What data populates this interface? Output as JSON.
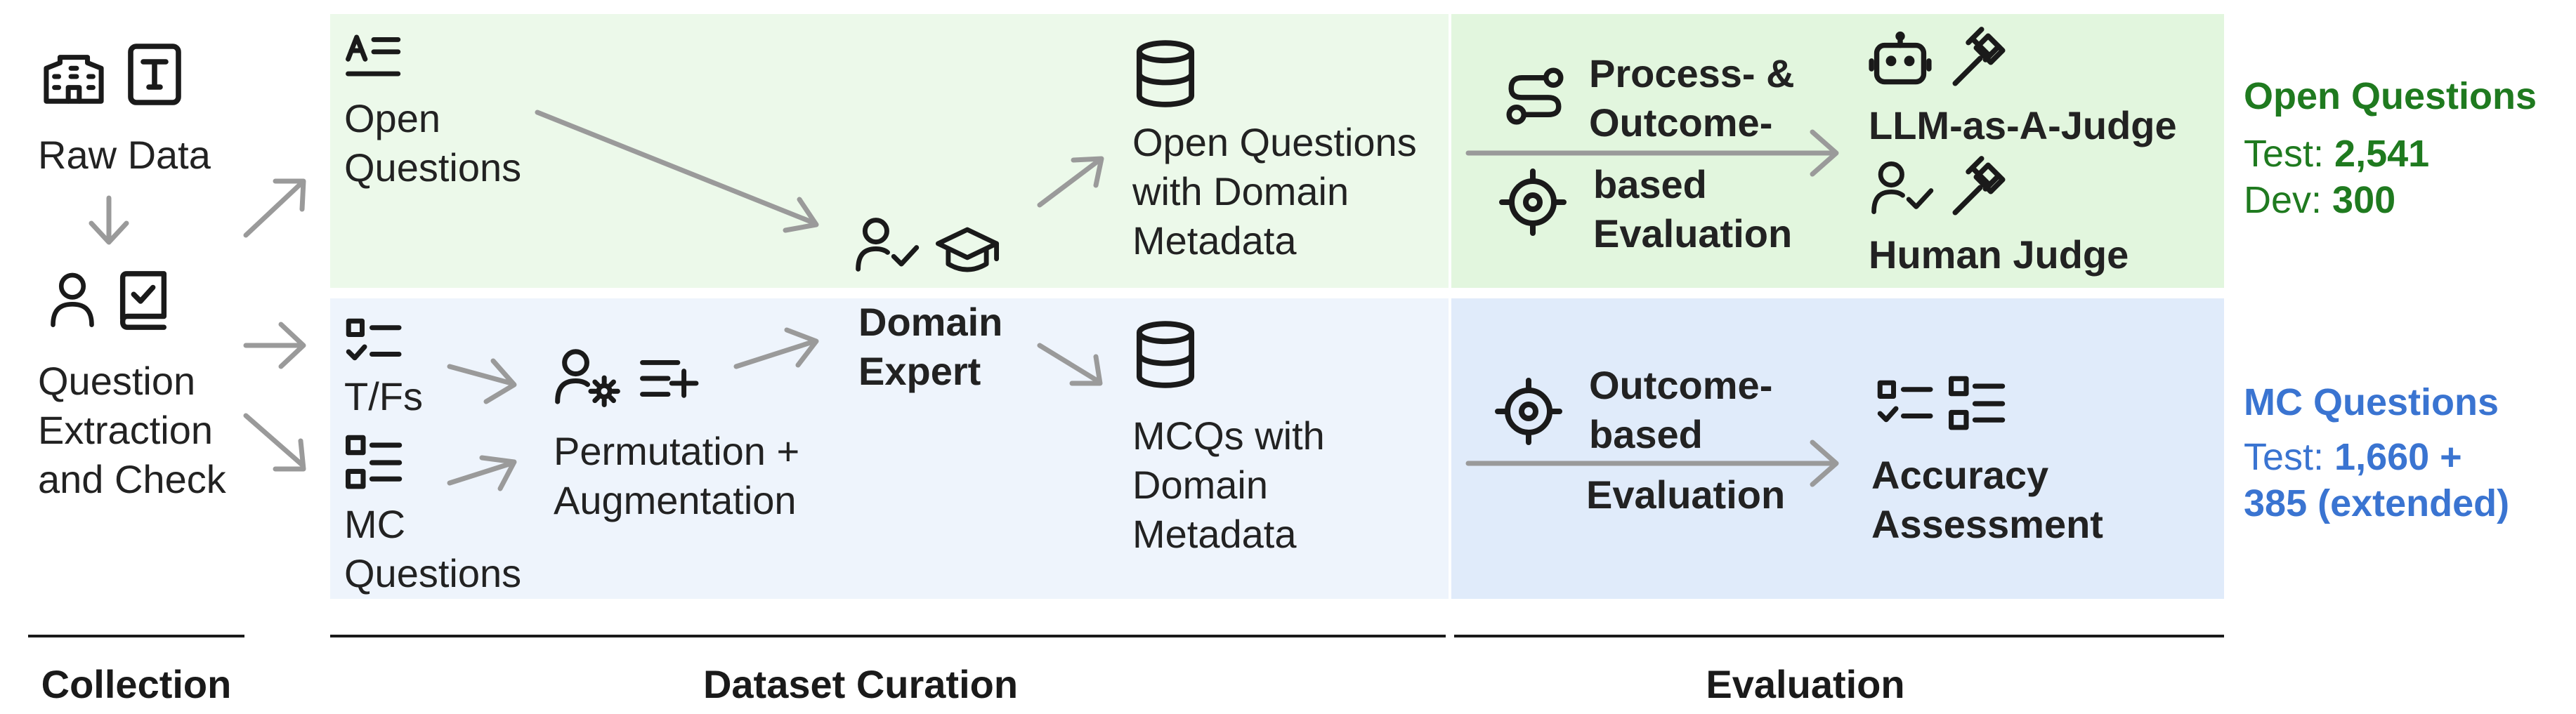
{
  "collection": {
    "raw_data": "Raw Data",
    "question_extraction": [
      "Question",
      "Extraction",
      "and Check"
    ],
    "section_label": "Collection"
  },
  "curation": {
    "open_questions": [
      "Open",
      "Questions"
    ],
    "tfs": "T/Fs",
    "mc_questions": [
      "MC",
      "Questions"
    ],
    "permutation": [
      "Permutation +",
      "Augmentation"
    ],
    "domain_expert": [
      "Domain",
      "Expert"
    ],
    "open_with_meta": [
      "Open Questions",
      "with Domain",
      "Metadata"
    ],
    "mcqs_with_meta": [
      "MCQs with",
      "Domain",
      "Metadata"
    ],
    "section_label": "Dataset Curation"
  },
  "evaluation": {
    "process_outcome": [
      "Process- &",
      "Outcome-"
    ],
    "based_eval": [
      "based",
      "Evaluation"
    ],
    "llm_judge": "LLM-as-A-Judge",
    "human_judge": "Human Judge",
    "outcome_based": [
      "Outcome-",
      "based"
    ],
    "evaluation_word": "Evaluation",
    "accuracy": [
      "Accuracy",
      "Assessment"
    ],
    "section_label": "Evaluation"
  },
  "stats": {
    "open": {
      "title": "Open Questions",
      "test_label": "Test: ",
      "test_value": "2,541",
      "dev_label": "Dev: ",
      "dev_value": "300"
    },
    "mc": {
      "title": "MC Questions",
      "test_label": "Test: ",
      "test_value": "1,660 +",
      "test_value_2": "385 (extended)"
    }
  },
  "colors": {
    "green_panel": "#ecf9ea",
    "blue_panel_light": "#eef4fc",
    "blue_panel_dark": "#e0ebfa",
    "green_text": "#1f7a1f",
    "blue_text": "#3a74d1",
    "arrow": "#9a9a9a"
  },
  "icons": {
    "raw_data": [
      "building-icon",
      "text-document-icon"
    ],
    "question_extraction": [
      "person-icon",
      "checked-book-icon"
    ],
    "open_questions": "text-lines-icon",
    "tfs": "checklist-icon",
    "mc": "multiple-choice-icon",
    "permutation": [
      "person-gear-icon",
      "list-add-icon"
    ],
    "domain_expert": [
      "person-check-icon",
      "graduation-cap-icon"
    ],
    "database": "database-icon",
    "process_eval": "route-icon",
    "target": "target-icon",
    "llm_judge": [
      "robot-icon",
      "gavel-icon"
    ],
    "human_judge": [
      "person-check-icon",
      "gavel-icon"
    ],
    "accuracy": [
      "checklist-icon",
      "multiple-choice-icon"
    ]
  }
}
